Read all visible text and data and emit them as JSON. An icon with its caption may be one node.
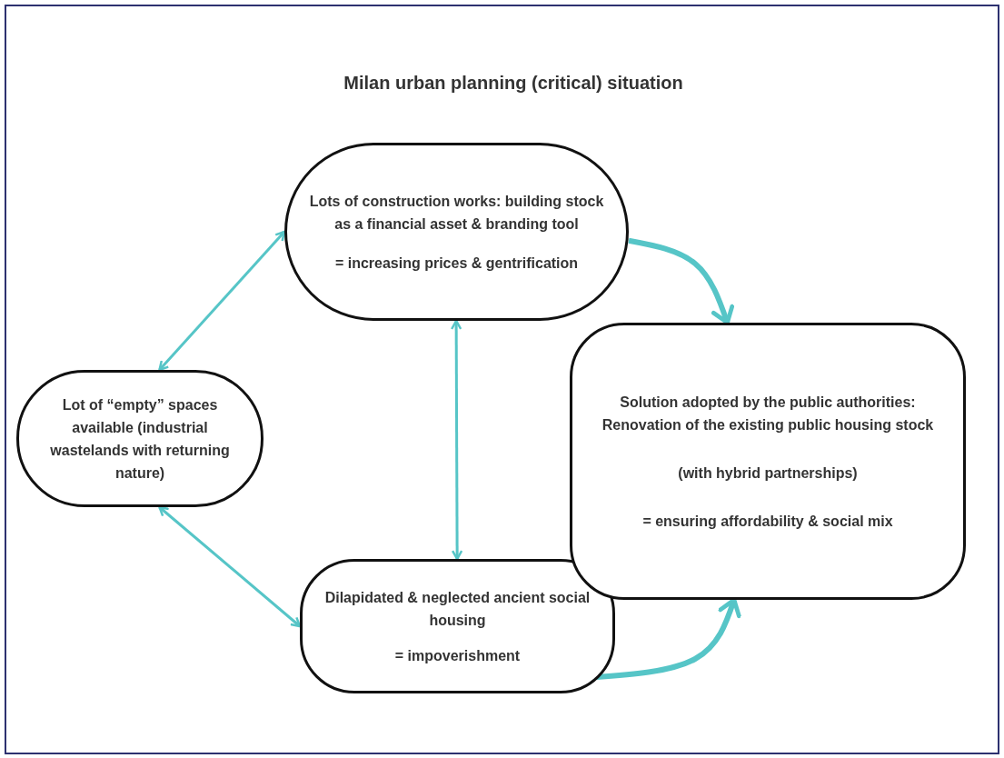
{
  "diagram": {
    "title": "Milan urban planning (critical) situation",
    "nodes": [
      {
        "text": [
          "Lots of construction works: building stock as a financial asset & branding tool",
          "= increasing prices & gentrification"
        ]
      },
      {
        "text": [
          "Lot of “empty” spaces available (industrial wastelands with returning nature)"
        ]
      },
      {
        "text": [
          "Dilapidated & neglected ancient social housing",
          "= impoverishment"
        ]
      },
      {
        "text": [
          "Solution adopted by the public authorities:",
          "Renovation of the existing public housing stock",
          "(with hybrid partnerships)",
          "= ensuring affordability & social mix"
        ]
      }
    ],
    "edges": [
      {
        "from": 0,
        "to": 1,
        "arrow": "both"
      },
      {
        "from": 1,
        "to": 2,
        "arrow": "both"
      },
      {
        "from": 0,
        "to": 2,
        "arrow": "both"
      },
      {
        "from": 0,
        "to": 3,
        "arrow": "to",
        "style": "thick"
      },
      {
        "from": 2,
        "to": 3,
        "arrow": "to",
        "style": "thick"
      }
    ]
  }
}
